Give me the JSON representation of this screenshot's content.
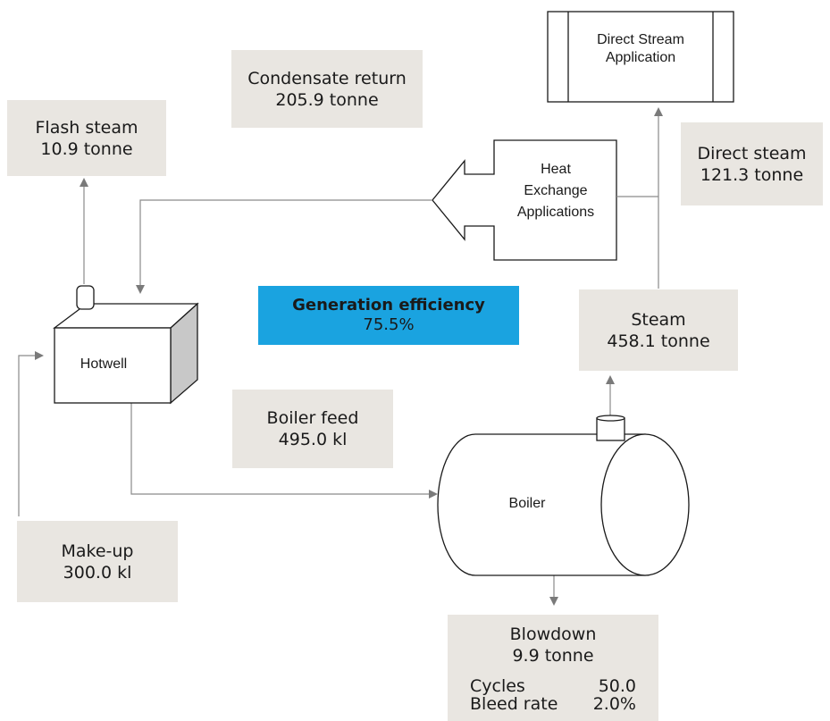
{
  "diagram": {
    "direct_stream_app": "Direct Stream Application",
    "heat_exchange": [
      "Heat",
      "Exchange",
      "Applications"
    ],
    "hotwell": "Hotwell",
    "boiler": "Boiler",
    "flash_steam": {
      "label": "Flash steam",
      "value": "10.9 tonne"
    },
    "condensate_return": {
      "label": "Condensate return",
      "value": "205.9 tonne"
    },
    "direct_steam": {
      "label": "Direct steam",
      "value": "121.3 tonne"
    },
    "generation_efficiency": {
      "label": "Generation efficiency",
      "value": "75.5%"
    },
    "steam": {
      "label": "Steam",
      "value": "458.1 tonne"
    },
    "boiler_feed": {
      "label": "Boiler feed",
      "value": "495.0 kl"
    },
    "make_up": {
      "label": "Make-up",
      "value": "300.0 kl"
    },
    "blowdown": {
      "label": "Blowdown",
      "value": "9.9 tonne",
      "params": [
        {
          "name": "Cycles",
          "value": "50.0"
        },
        {
          "name": "Bleed rate",
          "value": "2.0%"
        }
      ]
    }
  }
}
